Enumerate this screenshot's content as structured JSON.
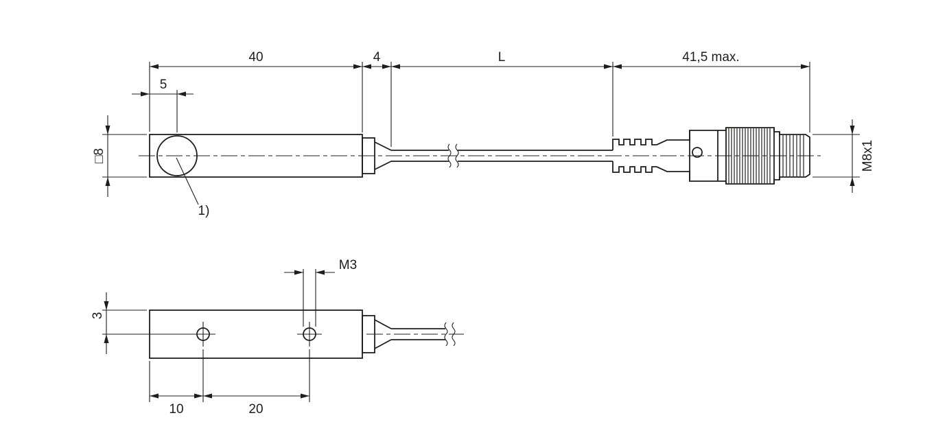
{
  "drawing": {
    "kind": "technical dimensional drawing",
    "line_color": "#1d1d1b",
    "background_color": "#ffffff",
    "top_view": {
      "dim_body_length": "40",
      "dim_gland_length": "4",
      "dim_cable_length": "L",
      "dim_connector_length": "41,5 max.",
      "dim_face_offset": "5",
      "dim_cross_section": "□8",
      "dim_connector_thread": "M8x1",
      "footnote_marker": "1)"
    },
    "bottom_view": {
      "dim_mounting_thread": "M3",
      "dim_edge_to_hole": "3",
      "dim_first_hole": "10",
      "dim_hole_spacing": "20"
    }
  }
}
